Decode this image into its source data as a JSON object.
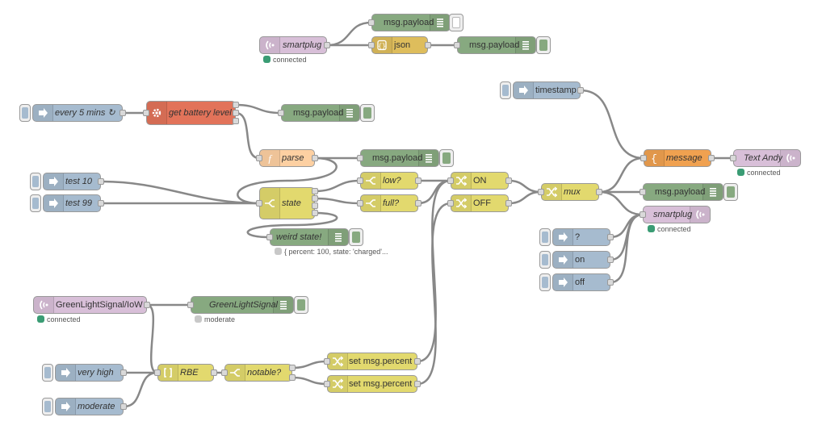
{
  "colors": {
    "inject": "#a6bbcf",
    "debug": "#87a980",
    "mqtt": "#d8bfd8",
    "json": "#debd5c",
    "function": "#fdd0a2",
    "exec": "#e2735a",
    "change": "#e2d96e",
    "template": "#f0a150",
    "status_connected": "#3a9c74",
    "status_grey": "#c8c8c8"
  },
  "icons": {
    "inject": "inject-arrow-icon",
    "debug": "debug-list-icon",
    "mqtt": "mqtt-wave-icon",
    "json": "json-brace-icon",
    "function": "function-f-icon",
    "exec": "cog-icon",
    "switch": "switch-fork-icon",
    "change": "change-shuffle-icon",
    "template": "template-brace-icon",
    "rbe": "rbe-bracket-icon"
  },
  "nodes": {
    "smartplug_in": {
      "label": "smartplug",
      "status": "connected"
    },
    "debug_top1": {
      "label": "msg.payload"
    },
    "json": {
      "label": "json"
    },
    "debug_top2": {
      "label": "msg.payload"
    },
    "inject_5min": {
      "label": "every 5 mins ↻"
    },
    "get_battery": {
      "label": "get battery level"
    },
    "debug_battery": {
      "label": "msg.payload"
    },
    "parse": {
      "label": "parse"
    },
    "debug_parse": {
      "label": "msg.payload"
    },
    "test10": {
      "label": "test 10"
    },
    "test99": {
      "label": "test 99"
    },
    "state": {
      "label": "state"
    },
    "low": {
      "label": "low?"
    },
    "full": {
      "label": "full?"
    },
    "on_change": {
      "label": "ON"
    },
    "off_change": {
      "label": "OFF"
    },
    "mux": {
      "label": "mux"
    },
    "weird": {
      "label": "weird state!",
      "status": "{ percent: 100, state: 'charged'..."
    },
    "timestamp": {
      "label": "timestamp"
    },
    "message": {
      "label": "message"
    },
    "text_andy": {
      "label": "Text Andy",
      "status": "connected"
    },
    "debug_mux": {
      "label": "msg.payload"
    },
    "smartplug_out": {
      "label": "smartplug",
      "status": "connected"
    },
    "inj_q": {
      "label": "?"
    },
    "inj_on": {
      "label": "on"
    },
    "inj_off": {
      "label": "off"
    },
    "gls_in": {
      "label": "GreenLightSignal/IoW",
      "status": "connected"
    },
    "gls_debug": {
      "label": "GreenLightSignal",
      "status": "moderate"
    },
    "very_high": {
      "label": "very high"
    },
    "moderate": {
      "label": "moderate"
    },
    "rbe": {
      "label": "RBE"
    },
    "notable": {
      "label": "notable?"
    },
    "set1": {
      "label": "set msg.percent"
    },
    "set2": {
      "label": "set msg.percent"
    }
  }
}
